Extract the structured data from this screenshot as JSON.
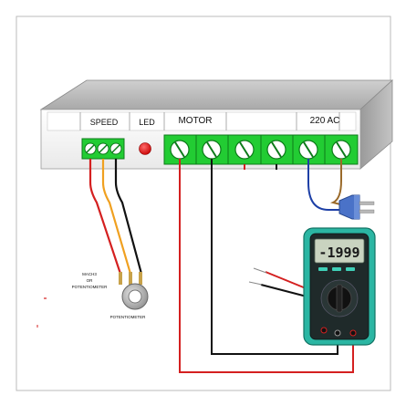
{
  "box": {
    "labels": {
      "speed": "SPEED",
      "led": "LED",
      "motor": "MOTOR",
      "power": "220 AC"
    }
  },
  "control": {
    "mach3_line1": "MACH3",
    "mach3_line2": "OR",
    "mach3_line3": "POTENTIOMETER",
    "pot_label": "POTENTIOMETER"
  },
  "multimeter": {
    "reading": "-1999"
  },
  "colors": {
    "box_face": "#f5f5f5",
    "box_top": "#bdbdbd",
    "terminal_green": "#22cc33",
    "led_red": "#e01010",
    "wire_red": "#d42020",
    "wire_orange": "#f0a020",
    "wire_black": "#111111",
    "wire_blue": "#1d3fa6",
    "wire_brown": "#9a6a2a",
    "meter_body": "#2bb6a3",
    "meter_screen": "#c9d3c0",
    "plug_blue": "#4a72c8"
  }
}
